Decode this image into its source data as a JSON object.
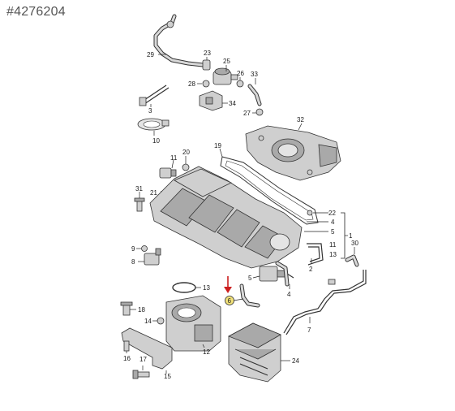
{
  "reference_id": "#4276204",
  "colors": {
    "part": "#cfcfcf",
    "part_dark": "#a9a9a9",
    "highlight_arrow": "#cc1f1f",
    "highlight_label": "#f2e27a"
  },
  "highlighted_part": "6",
  "callouts": {
    "c1": "1",
    "c2": "2",
    "c3": "3",
    "c4": "4",
    "c5": "5",
    "c6": "6",
    "c7": "7",
    "c8": "8",
    "c9": "9",
    "c10": "10",
    "c11": "11",
    "c11b": "11",
    "c12": "12",
    "c13": "13",
    "c13b": "13",
    "c14": "14",
    "c15": "15",
    "c16": "16",
    "c17": "17",
    "c18": "18",
    "c19": "19",
    "c20": "20",
    "c21": "21",
    "c22": "22",
    "c23": "23",
    "c24": "24",
    "c25": "25",
    "c26": "26",
    "c27": "27",
    "c28": "28",
    "c29": "29",
    "c30": "30",
    "c31": "31",
    "c32": "32",
    "c33": "33",
    "c34": "34"
  }
}
